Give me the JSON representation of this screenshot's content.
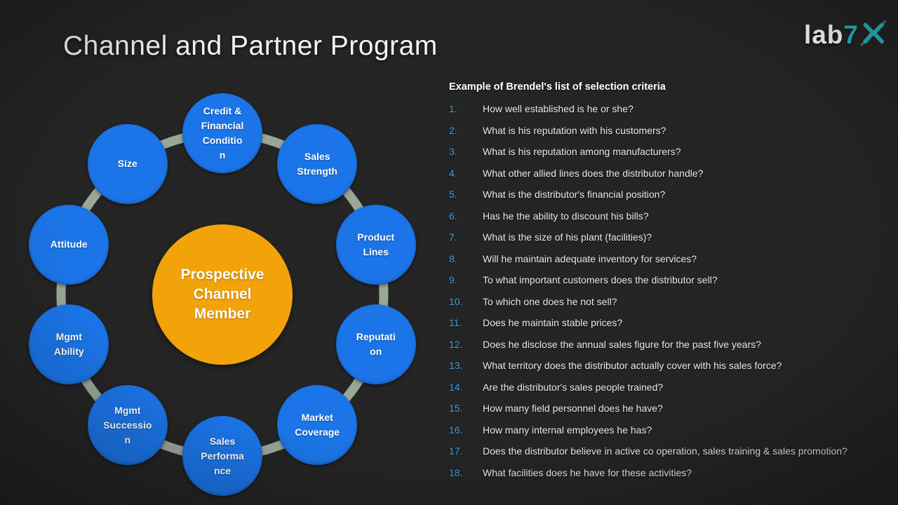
{
  "slide": {
    "title": "Channel and Partner Program",
    "logo": {
      "lab": "lab",
      "seven": "7",
      "x_icon": "x-mark-icon"
    },
    "colors": {
      "node_blue": "#1b75e8",
      "center_orange": "#f2a30a",
      "ring_green": "#b5c4b1",
      "number_blue": "#3d9ede",
      "accent_teal": "#29b6c3"
    }
  },
  "diagram": {
    "center": {
      "text": "Prospective\nChannel\nMember"
    },
    "nodes": [
      {
        "text": "Credit &\nFinancial\nConditio\nn"
      },
      {
        "text": "Sales\nStrength"
      },
      {
        "text": "Product\nLines"
      },
      {
        "text": "Reputati\non"
      },
      {
        "text": "Market\nCoverage"
      },
      {
        "text": "Sales\nPerforma\nnce"
      },
      {
        "text": "Mgmt\nSuccessio\nn"
      },
      {
        "text": "Mgmt\nAbility"
      },
      {
        "text": "Attitude"
      },
      {
        "text": "Size"
      }
    ]
  },
  "criteria": {
    "heading": "Example of Brendel's list of selection criteria",
    "items": [
      {
        "n": "1.",
        "text": "How  well established is he or she?"
      },
      {
        "n": "2.",
        "text": "What is his reputation with his customers?"
      },
      {
        "n": "3.",
        "text": "What is his reputation among manufacturers?"
      },
      {
        "n": "4.",
        "text": "What other allied lines does the distributor handle?"
      },
      {
        "n": "5.",
        "text": "What is the distributor's financial position?"
      },
      {
        "n": "6.",
        "text": "Has he the ability to discount his bills?"
      },
      {
        "n": "7.",
        "text": "What is the size of his plant (facilities)?"
      },
      {
        "n": "8.",
        "text": "Will he maintain adequate inventory for services?"
      },
      {
        "n": "9.",
        "text": "To what important customers does the distributor sell?"
      },
      {
        "n": "10.",
        "text": "To which one does he not sell?"
      },
      {
        "n": "11.",
        "text": "Does he maintain stable prices?"
      },
      {
        "n": "12.",
        "text": "Does he disclose the annual sales figure for the past five years?"
      },
      {
        "n": "13.",
        "text": "What territory does the distributor actually cover with his sales force?"
      },
      {
        "n": "14.",
        "text": "Are the distributor's sales people trained?"
      },
      {
        "n": "15.",
        "text": "How many field personnel does he have?"
      },
      {
        "n": "16.",
        "text": "How many internal employees he has?"
      },
      {
        "n": "17.",
        "text": "Does the distributor believe in active  co operation, sales training & sales promotion?"
      },
      {
        "n": "18.",
        "text": "What facilities does he have for these activities?"
      }
    ]
  }
}
